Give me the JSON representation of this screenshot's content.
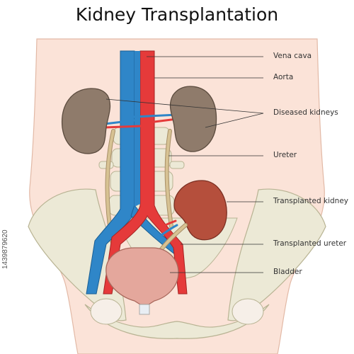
{
  "title": "Kidney Transplantation",
  "labels": {
    "vena_cava": "Vena cava",
    "aorta": "Aorta",
    "diseased_kidneys": "Diseased kidneys",
    "ureter": "Ureter",
    "transplanted_kidney": "Transplanted kidney",
    "transplanted_ureter": "Transplanted ureter",
    "bladder": "Bladder"
  },
  "stock_id": "1439879620",
  "colors": {
    "skin": "#fbe3d8",
    "skin_outline": "#e2b9a6",
    "bone": "#ece9d6",
    "bone_outline": "#b8b393",
    "vein": "#2f86c8",
    "artery": "#e53a3a",
    "diseased_kidney": "#8f7b6b",
    "transplanted_kidney": "#b54f3c",
    "bladder": "#e4a79c",
    "ureter": "#d7c293"
  }
}
